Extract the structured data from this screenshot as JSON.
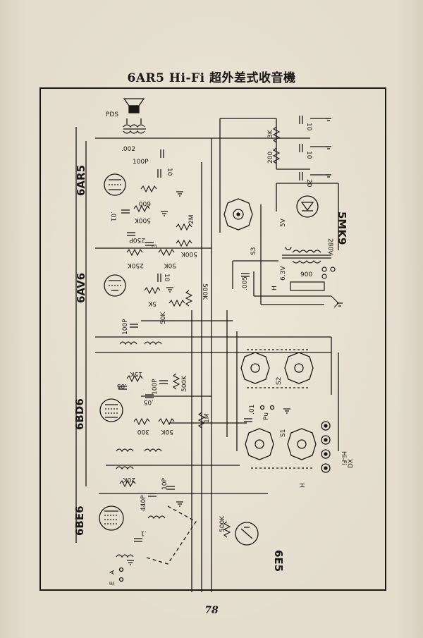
{
  "page": {
    "title": "6AR5 Hi-Fi 超外差式收音機",
    "page_number": "78"
  },
  "tubes": {
    "output": "6AR5",
    "detector_amp": "6AV6",
    "if_amp": "6BD6",
    "converter": "6BE6",
    "rectifier": "5MK9",
    "tuning_indicator": "6E5"
  },
  "labels": {
    "speaker": "PDS",
    "output_cap": ".002",
    "feedback_cap": "100P",
    "cathode_cap_out": "10",
    "cathode_res_out": "600",
    "grid_res_out": "500K",
    "coupling_cap_out": ".01",
    "tone_res": "2M",
    "tone_cap": "250P",
    "tone_cap2": "3",
    "tone_res2": "500K",
    "plate_res_av6": "250K",
    "grid_res_av6": "50K",
    "cathode_cap_av6": "10",
    "cathode_res_av6": "5K",
    "volume": "500K",
    "det_res": "50K",
    "det_cap": "100P",
    "screen_res": "15K",
    "bypass_05a": ".05",
    "bypass_05b": ".05",
    "det_cap2": "100P",
    "det_res2": "500K",
    "cathode_res_bd6": "300",
    "screen_res_bd6": "50K",
    "avc_res": "1M",
    "osc_res": "20K",
    "trimmer": "440P",
    "osc_cap": "10P",
    "ant_cap": ".1",
    "ant": "A",
    "earth": "E",
    "e5_res": "500K",
    "filter_res1": "3K",
    "filter_res2": "200",
    "filter_cap1": "10",
    "filter_cap2": "10",
    "filter_cap3": "20",
    "heater_5v": "5V",
    "hv_280v": "280V",
    "heater_63v": "6.3V",
    "heater_h": "H",
    "mains_taps": "900",
    "bypass_005": ".005",
    "switch_s3": "S3",
    "switch_s2": "S2",
    "switch_s1": "S1",
    "pu_cap": ".01",
    "pu": "Pu",
    "dx": "DX",
    "hifi": "Hi-Fi",
    "heater_h2": "H"
  }
}
